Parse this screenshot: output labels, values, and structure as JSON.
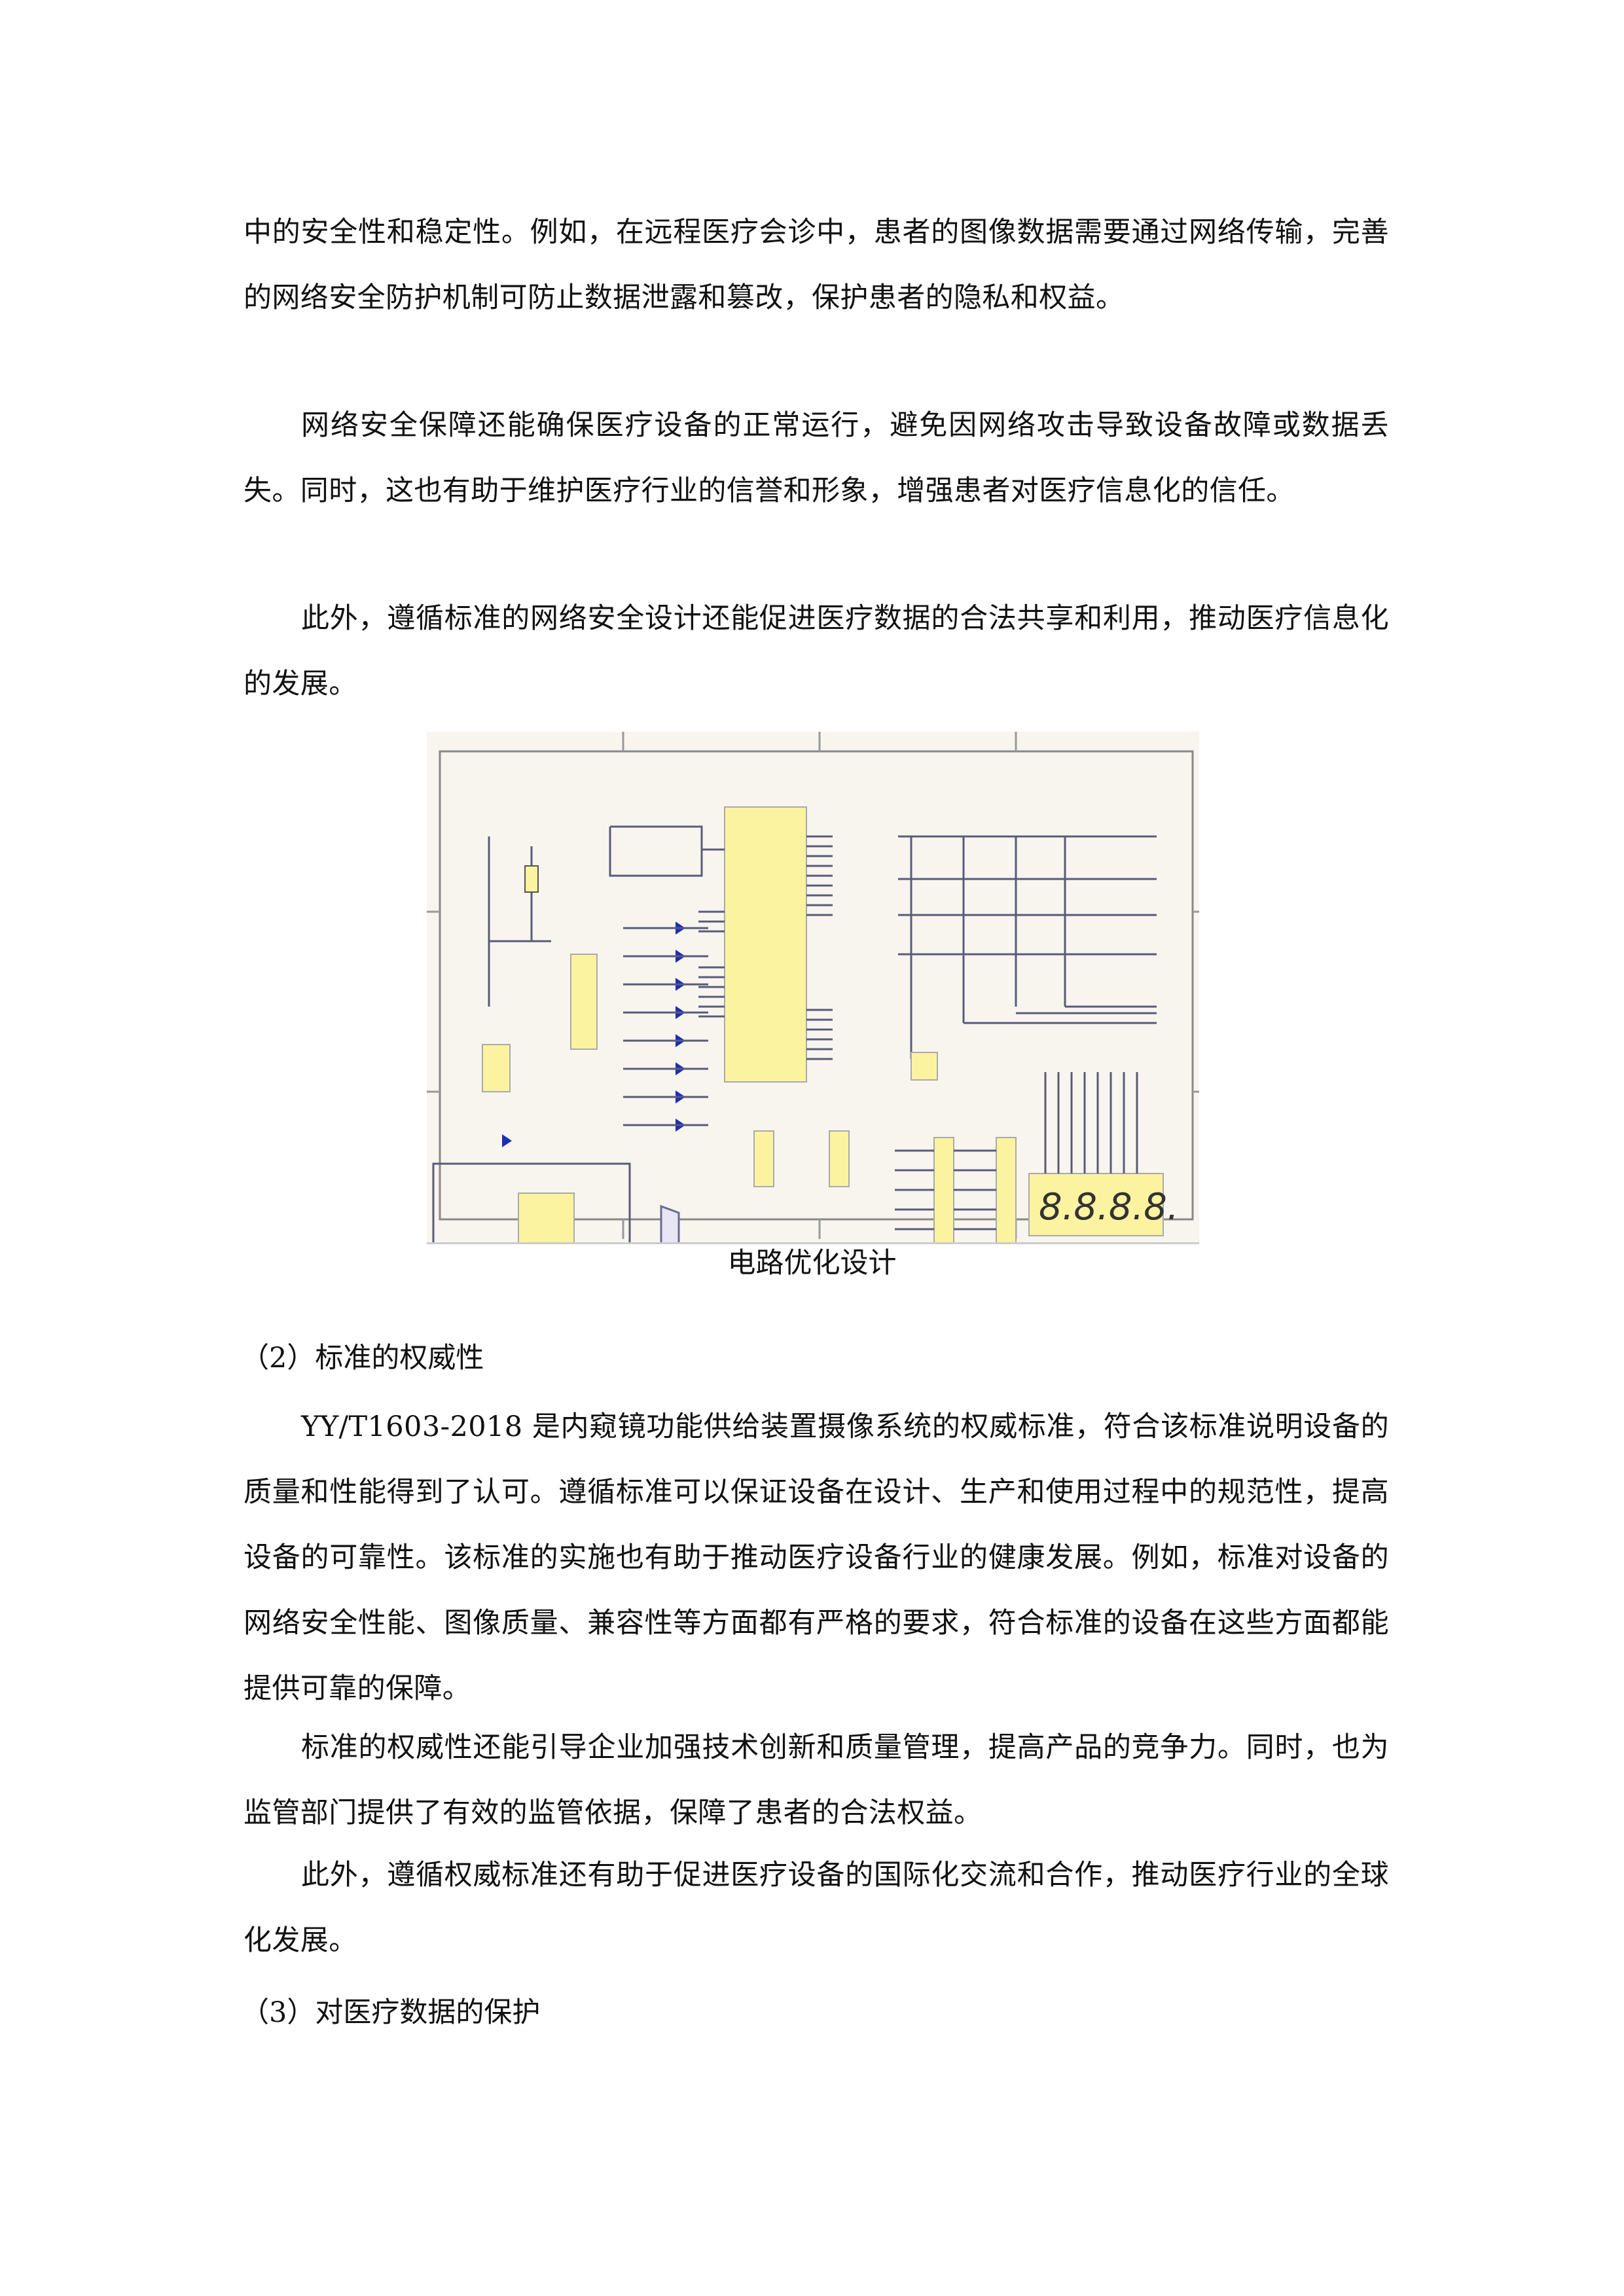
{
  "paragraphs": {
    "p1": "中的安全性和稳定性。例如，在远程医疗会诊中，患者的图像数据需要通过网络传输，完善的网络安全防护机制可防止数据泄露和篡改，保护患者的隐私和权益。",
    "p2": "网络安全保障还能确保医疗设备的正常运行，避免因网络攻击导致设备故障或数据丢失。同时，这也有助于维护医疗行业的信誉和形象，增强患者对医疗信息化的信任。",
    "p3": "此外，遵循标准的网络安全设计还能促进医疗数据的合法共享和利用，推动医疗信息化的发展。",
    "p4": "YY/T1603-2018 是内窥镜功能供给装置摄像系统的权威标准，符合该标准说明设备的质量和性能得到了认可。遵循标准可以保证设备在设计、生产和使用过程中的规范性，提高设备的可靠性。该标准的实施也有助于推动医疗设备行业的健康发展。例如，标准对设备的网络安全性能、图像质量、兼容性等方面都有严格的要求，符合标准的设备在这些方面都能提供可靠的保障。",
    "p5": "标准的权威性还能引导企业加强技术创新和质量管理，提高产品的竞争力。同时，也为监管部门提供了有效的监管依据，保障了患者的合法权益。",
    "p6": "此外，遵循权威标准还有助于促进医疗设备的国际化交流和合作，推动医疗行业的全球化发展。"
  },
  "headings": {
    "h2": "（2）标准的权威性",
    "h3": "（3）对医疗数据的保护"
  },
  "figure": {
    "caption": "电路优化设计",
    "display_digits": "8.8.8.8.",
    "colors": {
      "component": "#fbf3a0",
      "wire": "#5a5a7a",
      "led": "#1a2fb8",
      "ground": "#a07070",
      "background": "#f7f5ee"
    }
  }
}
